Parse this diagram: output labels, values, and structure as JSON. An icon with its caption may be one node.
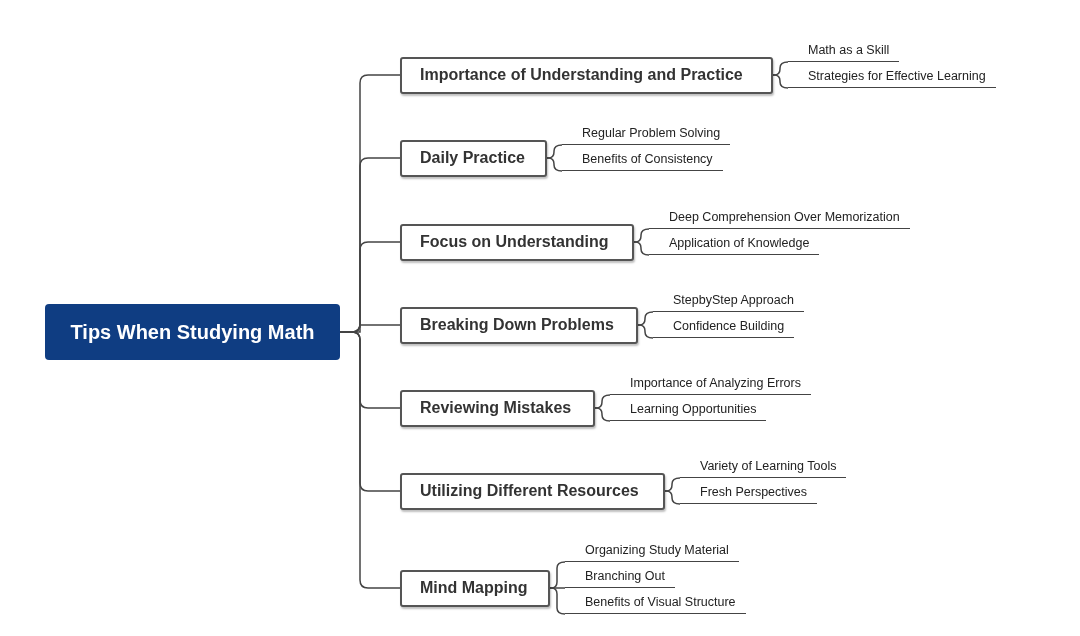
{
  "diagram": {
    "nodes": [
      {
        "text": [
          "Tips When Studying Math"
        ]
      },
      {
        "text": [
          "Importance of Understanding and Practice"
        ]
      },
      {
        "text": [
          "Math as a Skill"
        ]
      },
      {
        "text": [
          "Strategies for Effective Learning"
        ]
      },
      {
        "text": [
          "Daily Practice"
        ]
      },
      {
        "text": [
          "Regular Problem Solving"
        ]
      },
      {
        "text": [
          "Benefits of Consistency"
        ]
      },
      {
        "text": [
          "Focus on Understanding"
        ]
      },
      {
        "text": [
          "Deep Comprehension Over Memorization"
        ]
      },
      {
        "text": [
          "Application of Knowledge"
        ]
      },
      {
        "text": [
          "Breaking Down Problems"
        ]
      },
      {
        "text": [
          "StepbyStep Approach"
        ]
      },
      {
        "text": [
          "Confidence Building"
        ]
      },
      {
        "text": [
          "Reviewing Mistakes"
        ]
      },
      {
        "text": [
          "Importance of Analyzing Errors"
        ]
      },
      {
        "text": [
          "Learning Opportunities"
        ]
      },
      {
        "text": [
          "Utilizing Different Resources"
        ]
      },
      {
        "text": [
          "Variety of Learning Tools"
        ]
      },
      {
        "text": [
          "Fresh Perspectives"
        ]
      },
      {
        "text": [
          "Mind Mapping"
        ]
      },
      {
        "text": [
          "Organizing Study Material"
        ]
      },
      {
        "text": [
          "Branching Out"
        ]
      },
      {
        "text": [
          "Benefits of Visual Structure"
        ]
      }
    ],
    "edges": [
      {
        "from": 0,
        "to": 1,
        "arrow": "none"
      },
      {
        "from": 1,
        "to": 2,
        "arrow": "none"
      },
      {
        "from": 1,
        "to": 3,
        "arrow": "none"
      },
      {
        "from": 0,
        "to": 4,
        "arrow": "none"
      },
      {
        "from": 4,
        "to": 5,
        "arrow": "none"
      },
      {
        "from": 4,
        "to": 6,
        "arrow": "none"
      },
      {
        "from": 0,
        "to": 7,
        "arrow": "none"
      },
      {
        "from": 7,
        "to": 8,
        "arrow": "none"
      },
      {
        "from": 7,
        "to": 9,
        "arrow": "none"
      },
      {
        "from": 0,
        "to": 10,
        "arrow": "none"
      },
      {
        "from": 10,
        "to": 11,
        "arrow": "none"
      },
      {
        "from": 10,
        "to": 12,
        "arrow": "none"
      },
      {
        "from": 0,
        "to": 13,
        "arrow": "none"
      },
      {
        "from": 13,
        "to": 14,
        "arrow": "none"
      },
      {
        "from": 13,
        "to": 15,
        "arrow": "none"
      },
      {
        "from": 0,
        "to": 16,
        "arrow": "none"
      },
      {
        "from": 16,
        "to": 17,
        "arrow": "none"
      },
      {
        "from": 16,
        "to": 18,
        "arrow": "none"
      },
      {
        "from": 0,
        "to": 19,
        "arrow": "none"
      },
      {
        "from": 19,
        "to": 20,
        "arrow": "none"
      },
      {
        "from": 19,
        "to": 21,
        "arrow": "none"
      },
      {
        "from": 19,
        "to": 22,
        "arrow": "none"
      }
    ]
  }
}
